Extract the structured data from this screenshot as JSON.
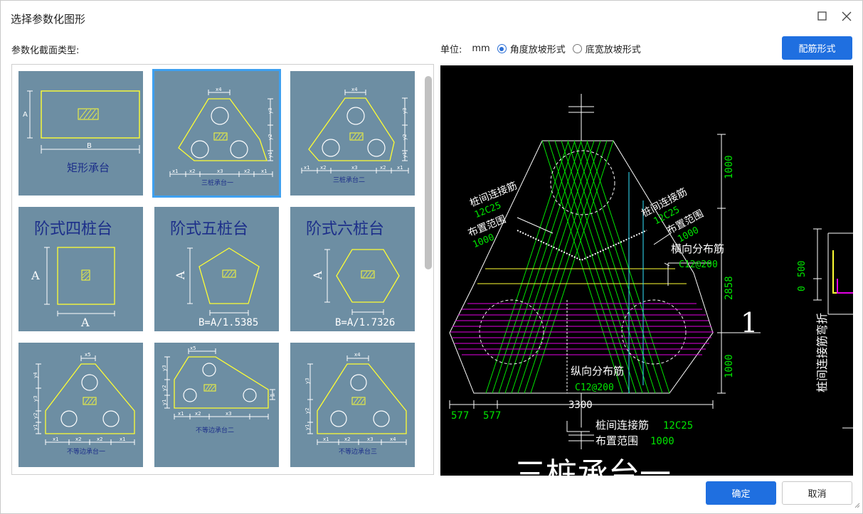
{
  "window": {
    "title": "选择参数化图形"
  },
  "left": {
    "section_label": "参数化截面类型:"
  },
  "unit": {
    "label": "单位:",
    "value": "mm",
    "options": [
      "角度放坡形式",
      "底宽放坡形式"
    ],
    "selected": 0
  },
  "buttons": {
    "rebar": "配筋形式",
    "ok": "确定",
    "cancel": "取消"
  },
  "tiles": [
    {
      "label": "矩形承台",
      "a": "A",
      "b": "B"
    },
    {
      "label": "三桩承台一",
      "x1": "x1",
      "x2": "x2",
      "x3": "x3",
      "x4": "x4",
      "y1": "y1",
      "y2": "y2",
      "y3": "y3"
    },
    {
      "label": "三桩承台二",
      "x1": "x1",
      "x2": "x2",
      "x3": "x3",
      "x4": "x4",
      "y1": "y1",
      "y2": "y2",
      "y3": "y3"
    },
    {
      "label": "阶式四桩台",
      "a": "A",
      "b": "A"
    },
    {
      "label": "阶式五桩台",
      "a": "A",
      "b": "B=A/1.5385"
    },
    {
      "label": "阶式六桩台",
      "a": "A",
      "b": "B=A/1.7326"
    },
    {
      "label": "不等边承台一",
      "x1": "x1",
      "x2": "x2",
      "x5": "x5",
      "y1": "y1",
      "y2": "y2",
      "y3": "y3",
      "y4": "y4"
    },
    {
      "label": "不等边承台二",
      "x1": "x1",
      "x2": "x2",
      "x3": "x3",
      "x4": "x4",
      "x5": "x5",
      "y1": "y1",
      "y2": "y2",
      "y3": "y3"
    },
    {
      "label": "不等边承台三",
      "x1": "x1",
      "x2": "x2",
      "x3": "x3",
      "x4": "x4",
      "y1": "y1",
      "y2": "y2",
      "y3": "y3"
    }
  ],
  "preview": {
    "title": "三桩承台一",
    "bar_label_1": "桩间连接筋",
    "bar_value_1": "12C25",
    "range_label_1": "布置范围",
    "range_value_1": "1000",
    "bar_label_2": "桩间连接筋",
    "bar_value_2": "12C25",
    "range_label_2": "布置范围",
    "range_value_2": "1000",
    "horiz_label": "横向分布筋",
    "horiz_value": "C12@200",
    "vert_label": "纵向分布筋",
    "vert_value": "C12@200",
    "bottom_bar_label": "桩间连接筋",
    "bottom_bar_value": "12C25",
    "bottom_range_label": "布置范围",
    "bottom_range_value": "1000",
    "dim_1000_top": "1000",
    "dim_2858": "2858",
    "dim_1000_bottom": "1000",
    "dim_3300": "3300",
    "dim_577_a": "577",
    "dim_577_b": "577",
    "section_mark": "1",
    "side_500": "500",
    "side_0": "0",
    "side_label": "桩间连接筋弯折"
  },
  "colors": {
    "accent": "#1f6fe0",
    "tile_bg": "#6d8ea3",
    "selected": "#3ea0f0",
    "cad_green": "#00e600",
    "cad_magenta": "#e600e6",
    "cad_yellow": "#ffff33",
    "cad_cyan": "#33e6ff"
  }
}
